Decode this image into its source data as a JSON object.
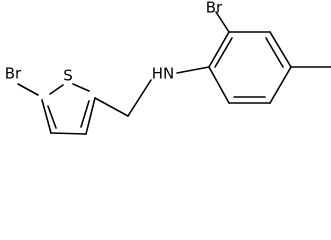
{
  "molecule": {
    "atoms": {
      "br_thiophene": "Br",
      "sulfur": "S",
      "amine": "HN",
      "br_aryl": "Br"
    }
  }
}
